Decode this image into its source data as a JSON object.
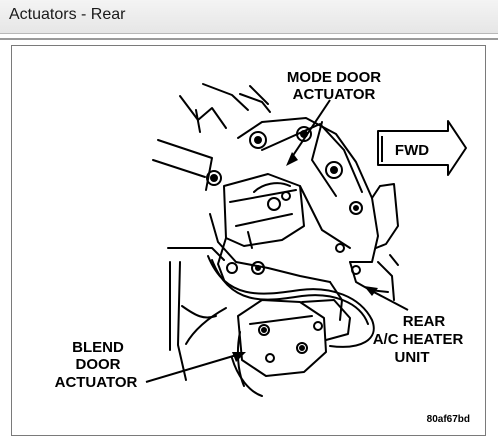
{
  "window": {
    "title": "Actuators - Rear"
  },
  "diagram": {
    "labels": {
      "mode_door_line1": "MODE DOOR",
      "mode_door_line2": "ACTUATOR",
      "fwd": "FWD",
      "blend_line1": "BLEND",
      "blend_line2": "DOOR",
      "blend_line3": "ACTUATOR",
      "rear_line1": "REAR",
      "rear_line2": "A/C HEATER",
      "rear_line3": "UNIT",
      "figure_code": "80af67bd"
    }
  }
}
